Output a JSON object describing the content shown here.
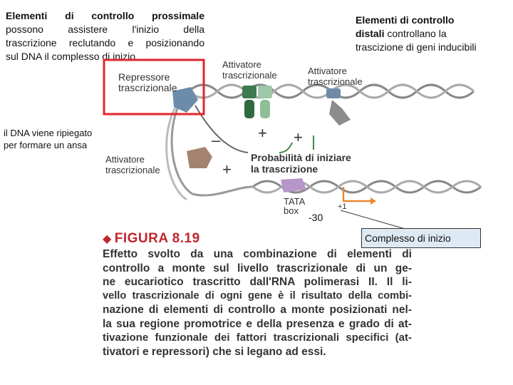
{
  "proximal": {
    "bold": "Elementi di controllo prossimale",
    "lines": [
      "possono assistere l'inizio della",
      "trascrizione reclutando e posizionando",
      "sul DNA il complesso di inizio"
    ]
  },
  "distal": {
    "lines": [
      "Elementi di controllo",
      "distali controllano la",
      "trascizione di geni inducibili"
    ]
  },
  "loop_note": [
    "il DNA viene ripiegato",
    "per formare un ansa"
  ],
  "figure": {
    "repressor_label": [
      "Repressore",
      "trascrizionale"
    ],
    "activator_top_label": [
      "Attivatore",
      "trascrizionale"
    ],
    "activator_right_label": [
      "Attivatore",
      "trascrizionale"
    ],
    "activator_left_label": [
      "Attivatore",
      "trascrizionale"
    ],
    "probability_label": [
      "Probabilità di iniziare",
      "la trascrizione"
    ],
    "tata_label": [
      "TATA",
      "box"
    ],
    "minus30": "-30",
    "plus1": "+1",
    "plus": "+",
    "minus": "–",
    "callout": "Complesso di inizio"
  },
  "caption": {
    "title": "FIGURA 8.19",
    "lines": [
      "Effetto svolto da una combinazione di elementi di",
      "controllo a monte sul livello trascrizionale di un ge-",
      "ne eucariotico trascritto dall'RNA polimerasi II. Il li-",
      "vello trascrizionale di ogni gene è il risultato della combi-",
      "nazione di elementi di controllo a monte posizionati nel-",
      "la sua regione promotrice e della presenza e grado di at-",
      "tivazione funzionale dei fattori trascrizionali specifici (at-",
      "tivatori e repressori) che si legano ad essi."
    ]
  },
  "colors": {
    "highlight_box": "#e0262b",
    "caption_title": "#c0272d",
    "arrow_green": "#3c8a4a",
    "arrow_orange": "#e8892e",
    "callout_bg": "#dde9f3"
  }
}
